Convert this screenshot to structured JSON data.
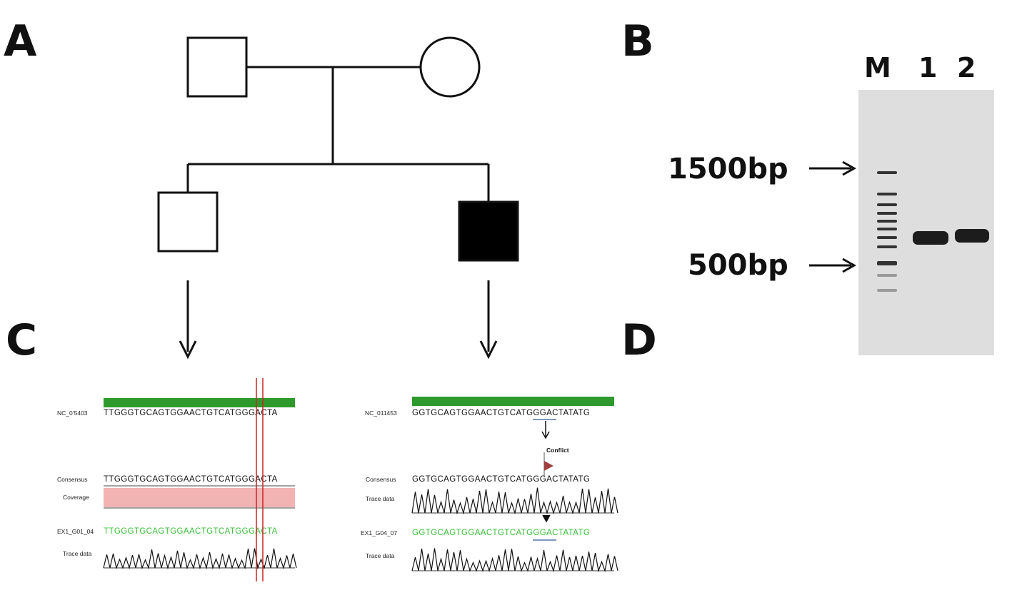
{
  "panels": {
    "A": "A",
    "B": "B",
    "C": "C",
    "D": "D"
  },
  "gel": {
    "lanes": [
      "M",
      "1",
      "2"
    ],
    "markers": [
      "1500bp",
      "500bp"
    ]
  },
  "panel_c": {
    "rows": [
      {
        "name": "NC_0’5403",
        "seq": "TTGGGTGCAGTGGAACTGTCATGGGACTA"
      },
      {
        "name": "Consensus",
        "seq": "TTGGGTGCAGTGGAACTGTCATGGGACTA"
      },
      {
        "name": "Coverage",
        "seq": ""
      },
      {
        "name": "EX1_G01_04",
        "seq": "TTGGGTGCAGTGGAACTGTCATGGGACTA"
      },
      {
        "name": "Trace data",
        "seq": ""
      }
    ]
  },
  "panel_d": {
    "conflict_label": "Conflict",
    "rows": [
      {
        "name": "NC_011453",
        "seq": "GGTGCAGTGGAACTGTCATGGGACTATATG"
      },
      {
        "name": "Consensus",
        "seq": "GGTGCAGTGGAACTGTCATGGGACTATATG"
      },
      {
        "name": "Trace data",
        "seq": ""
      },
      {
        "name": "EX1_G04_07",
        "seq": "GGTGCAGTGGAACTGTCATGGGACTATATG"
      },
      {
        "name": "Trace data",
        "seq": ""
      }
    ]
  },
  "colors": {
    "line": "#111111",
    "affected_fill": "#000000",
    "green_bar": "#2e9a2e",
    "coverage_pink": "#f2b3b3",
    "highlight_red": "#cc2222",
    "gel_bg": "#dedede",
    "band": "#1c1c1c"
  }
}
